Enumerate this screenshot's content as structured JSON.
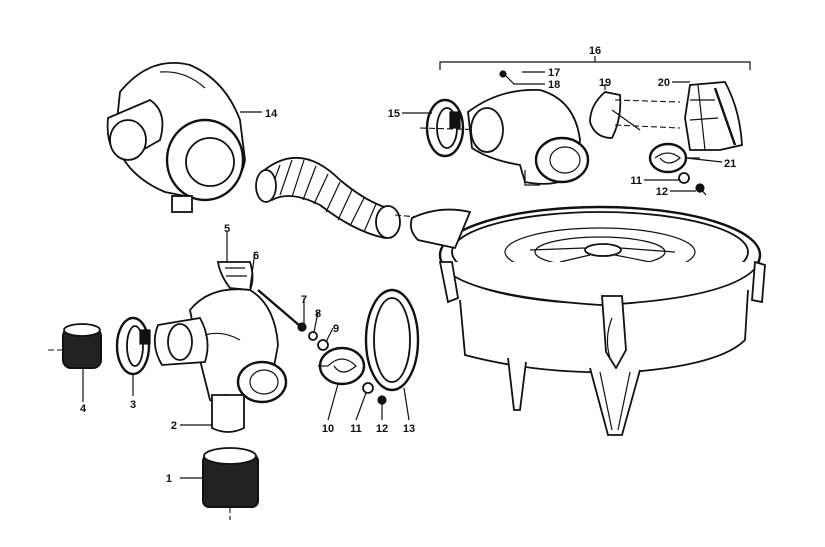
{
  "colors": {
    "ink": "#111111",
    "paper": "#ffffff"
  },
  "labels": {
    "p1": "1",
    "p2": "2",
    "p3": "3",
    "p4": "4",
    "p5": "5",
    "p6": "6",
    "p7": "7",
    "p8": "8",
    "p9": "9",
    "p10": "10",
    "p11a": "11",
    "p12a": "12",
    "p13": "13",
    "p14": "14",
    "p15": "15",
    "p16": "16",
    "p17": "17",
    "p18": "18",
    "p19": "19",
    "p20": "20",
    "p21": "21",
    "p11b": "11",
    "p12b": "12"
  }
}
